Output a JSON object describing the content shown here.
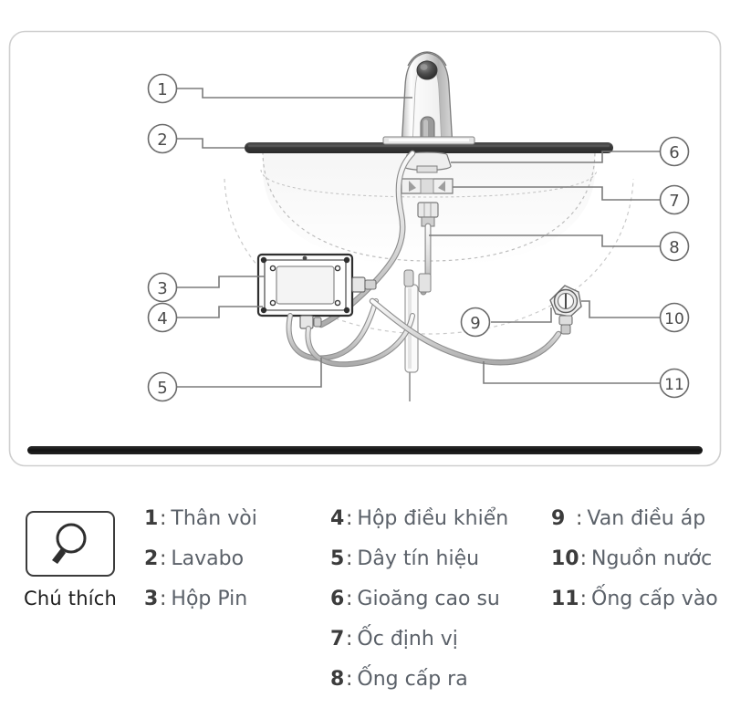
{
  "diagram": {
    "title_role": "sensor-faucet-installation-exploded-diagram",
    "colors": {
      "counter_bar": "#3a3a3a",
      "floor_bar": "#1c1c1c",
      "frame_border": "#c9c9c9",
      "line": "#6f6f6f",
      "dashed": "#b9b9b9",
      "metal_light": "#f2f2f2",
      "metal_mid": "#d5d5d5",
      "metal_dark": "#8a8a8a",
      "sensor_eye": "#4a4a4a"
    },
    "callouts": [
      {
        "n": "1",
        "side": "left",
        "target": "faucet-body"
      },
      {
        "n": "2",
        "side": "left",
        "target": "basin-counter"
      },
      {
        "n": "3",
        "side": "left",
        "target": "battery-box"
      },
      {
        "n": "4",
        "side": "left",
        "target": "control-box"
      },
      {
        "n": "5",
        "side": "left",
        "target": "signal-cable"
      },
      {
        "n": "6",
        "side": "right",
        "target": "rubber-gasket"
      },
      {
        "n": "7",
        "side": "right",
        "target": "locking-nut"
      },
      {
        "n": "8",
        "side": "right",
        "target": "outlet-hose"
      },
      {
        "n": "9",
        "side": "right",
        "target": "pressure-valve"
      },
      {
        "n": "10",
        "side": "right",
        "target": "water-source"
      },
      {
        "n": "11",
        "side": "right",
        "target": "inlet-hose"
      }
    ]
  },
  "legend": {
    "key_label": "Chú thích",
    "key_icon": "magnifier-icon",
    "separator": ":",
    "columns": [
      {
        "id": "col-1",
        "items": [
          {
            "num": "1",
            "label": "Thân vòi"
          },
          {
            "num": "2",
            "label": "Lavabo"
          },
          {
            "num": "3",
            "label": "Hộp Pin"
          }
        ]
      },
      {
        "id": "col-2",
        "items": [
          {
            "num": "4",
            "label": "Hộp điều khiển"
          },
          {
            "num": "5",
            "label": "Dây tín hiệu"
          },
          {
            "num": "6",
            "label": "Gioăng cao su"
          },
          {
            "num": "7",
            "label": "Ốc định vị"
          },
          {
            "num": "8",
            "label": "Ống cấp ra"
          }
        ]
      },
      {
        "id": "col-3",
        "items": [
          {
            "num": "9",
            "label": "Van điều áp"
          },
          {
            "num": "10",
            "label": "Nguồn nước"
          },
          {
            "num": "11",
            "label": "Ống cấp vào"
          }
        ]
      }
    ]
  }
}
